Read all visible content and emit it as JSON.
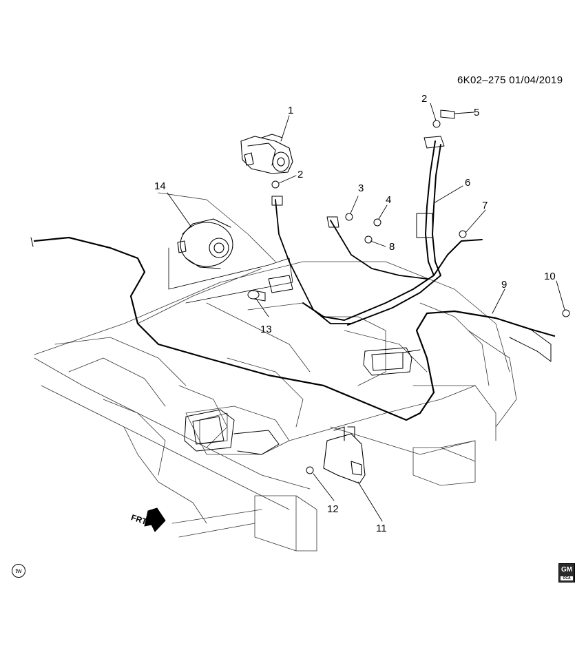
{
  "header": {
    "drawing_code": "6K02–275  01/04/2019"
  },
  "callouts": [
    {
      "id": "1",
      "label": "1"
    },
    {
      "id": "2a",
      "label": "2"
    },
    {
      "id": "2b",
      "label": "2"
    },
    {
      "id": "3",
      "label": "3"
    },
    {
      "id": "4",
      "label": "4"
    },
    {
      "id": "5",
      "label": "5"
    },
    {
      "id": "6",
      "label": "6"
    },
    {
      "id": "7",
      "label": "7"
    },
    {
      "id": "8",
      "label": "8"
    },
    {
      "id": "9",
      "label": "9"
    },
    {
      "id": "10",
      "label": "10"
    },
    {
      "id": "11",
      "label": "11"
    },
    {
      "id": "12",
      "label": "12"
    },
    {
      "id": "13",
      "label": "13"
    },
    {
      "id": "14",
      "label": "14"
    }
  ],
  "orientation": {
    "label": "FRT"
  },
  "footer": {
    "tw_badge": "tw",
    "logo_text": "GM",
    "logo_sub": "OCA"
  }
}
